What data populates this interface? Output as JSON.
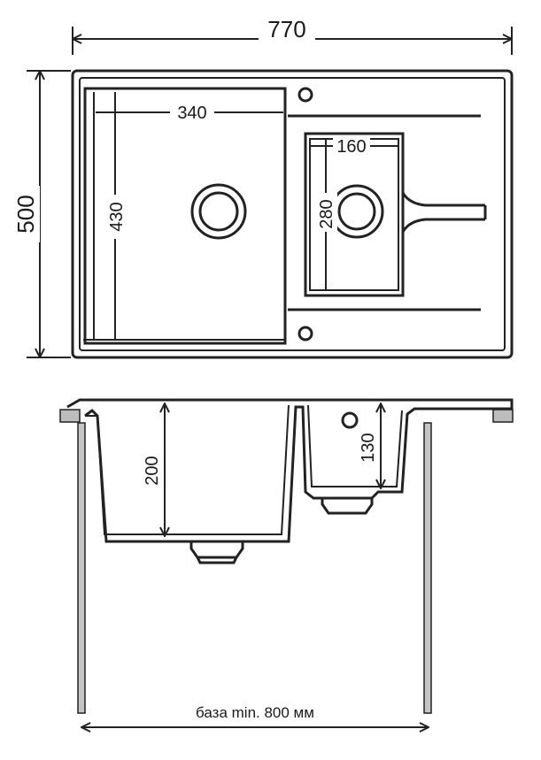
{
  "top_view": {
    "total_width": "770",
    "total_depth": "500",
    "main_bowl_width": "340",
    "main_bowl_length": "430",
    "small_bowl_width": "160",
    "small_bowl_length": "280"
  },
  "side_view": {
    "main_bowl_depth": "200",
    "small_bowl_depth": "130",
    "base_label": "база min. 800 мм"
  }
}
